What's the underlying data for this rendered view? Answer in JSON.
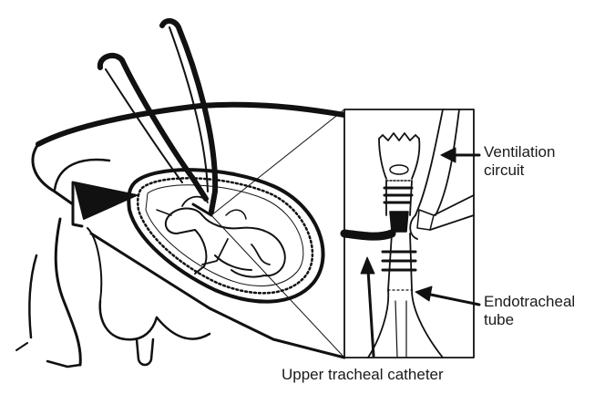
{
  "labels": {
    "ventilation_circuit": [
      "Ventilation",
      "circuit"
    ],
    "endotracheal_tube": [
      "Endotracheal",
      "tube"
    ],
    "upper_tracheal_catheter": "Upper tracheal catheter"
  },
  "colors": {
    "ink": "#111111",
    "background": "#ffffff",
    "text": "#1a1a1a"
  }
}
